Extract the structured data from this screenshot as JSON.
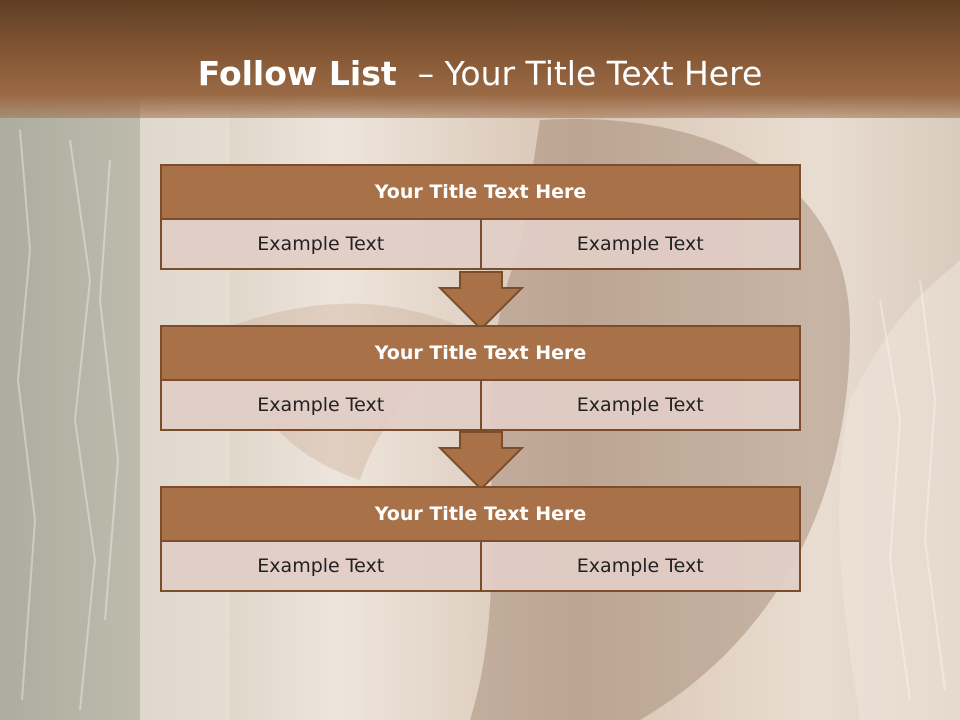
{
  "slide": {
    "title_bold": "Follow List",
    "title_rest": "– Your Title Text Here"
  },
  "steps": [
    {
      "title": "Your Title Text Here",
      "left": "Example Text",
      "right": "Example Text"
    },
    {
      "title": "Your Title Text Here",
      "left": "Example Text",
      "right": "Example Text"
    },
    {
      "title": "Your Title Text Here",
      "left": "Example Text",
      "right": "Example Text"
    }
  ],
  "colors": {
    "header_band": "#845634",
    "box_header": "#a87148",
    "box_border": "#7b4d2c",
    "cell_fill": "#e1cdc6",
    "arrow": "#a87148"
  },
  "icons": [
    "down-arrow-icon"
  ]
}
